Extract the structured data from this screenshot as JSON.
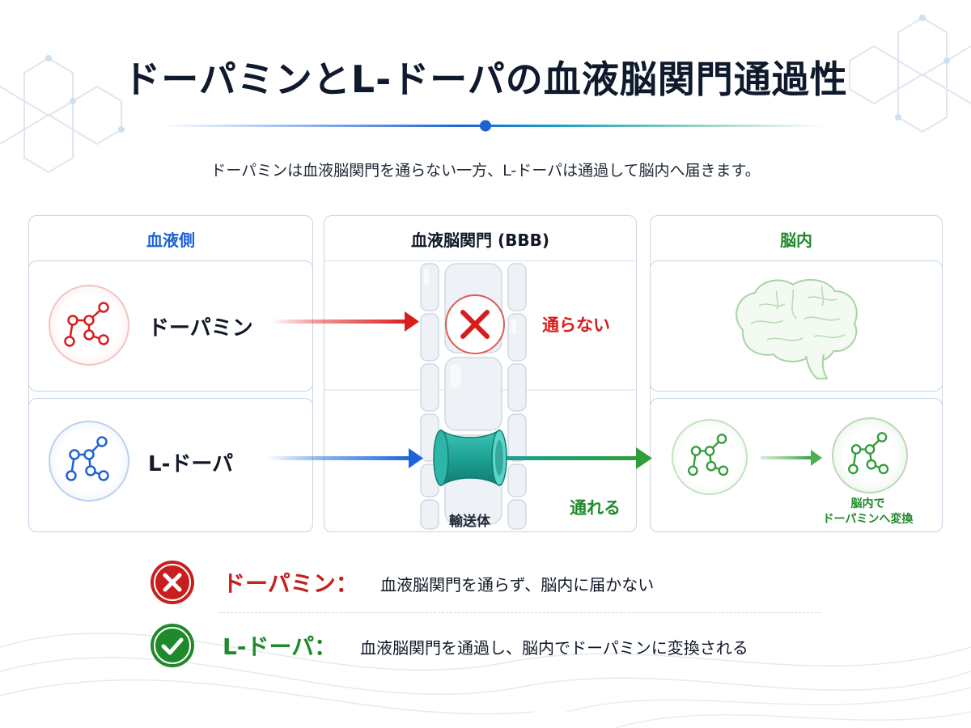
{
  "title": "ドーパミンとL-ドーパの血液脳関門通過性",
  "subtitle": "ドーパミンは血液脳関門を通らない一方、L-ドーパは通過して脳内へ届きます。",
  "panels": {
    "blood": "血液側",
    "bbb": "血液脳関門 (BBB)",
    "brain": "脳内"
  },
  "rows": {
    "dopamine": {
      "name": "ドーパミン",
      "status": "通らない"
    },
    "ldopa": {
      "name": "L-ドーパ",
      "status": "通れる",
      "carrier": "輸送体",
      "conversion": [
        "脳内で",
        "ドーパミンへ変換"
      ]
    }
  },
  "summary": [
    {
      "icon": "x-icon",
      "name": "ドーパミン：",
      "text": "血液脳関門を通らず、脳内に届かない"
    },
    {
      "icon": "check-icon",
      "name": "L-ドーパ：",
      "text": "血液脳関門を通過し、脳内でドーパミンに変換される"
    }
  ],
  "colors": {
    "dopamine_red": "#d91c1c",
    "ldopa_blue": "#1e63d6",
    "brain_green": "#2f9e3a",
    "title_navy": "#0f1b2d"
  }
}
